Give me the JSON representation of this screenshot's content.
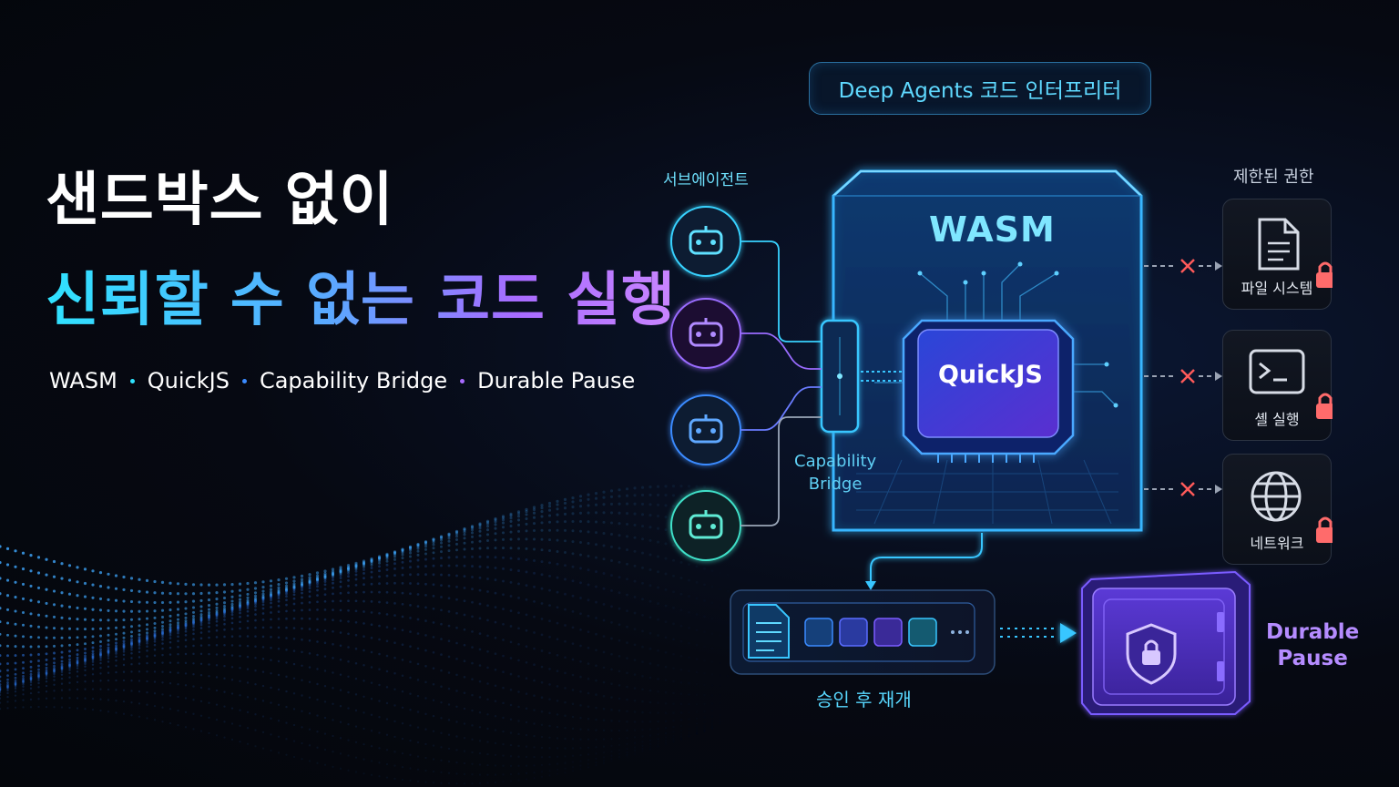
{
  "headline": {
    "line1": "샌드박스 없이",
    "line2": "신뢰할 수 없는 코드 실행"
  },
  "tags": [
    "WASM",
    "QuickJS",
    "Capability Bridge",
    "Durable Pause"
  ],
  "diagram": {
    "interpreter_label": "Deep Agents 코드 인터프리터",
    "subagents_title": "서브에이전트",
    "wasm_label": "WASM",
    "quickjs_label": "QuickJS",
    "bridge_label_line1": "Capability",
    "bridge_label_line2": "Bridge",
    "permissions_title": "제한된 권한",
    "permissions": [
      {
        "label": "파일 시스템",
        "icon": "file-icon"
      },
      {
        "label": "셸 실행",
        "icon": "terminal-icon"
      },
      {
        "label": "네트워크",
        "icon": "globe-icon"
      }
    ],
    "resume_label": "승인 후 재개",
    "durable_line1": "Durable",
    "durable_line2": "Pause"
  },
  "colors": {
    "cyan": "#2fe3ff",
    "blue": "#3b8bff",
    "purple": "#a86bff",
    "teal": "#3fe0c8",
    "deny_red": "#ff5a5a",
    "lock_red": "#ff6b6b"
  }
}
